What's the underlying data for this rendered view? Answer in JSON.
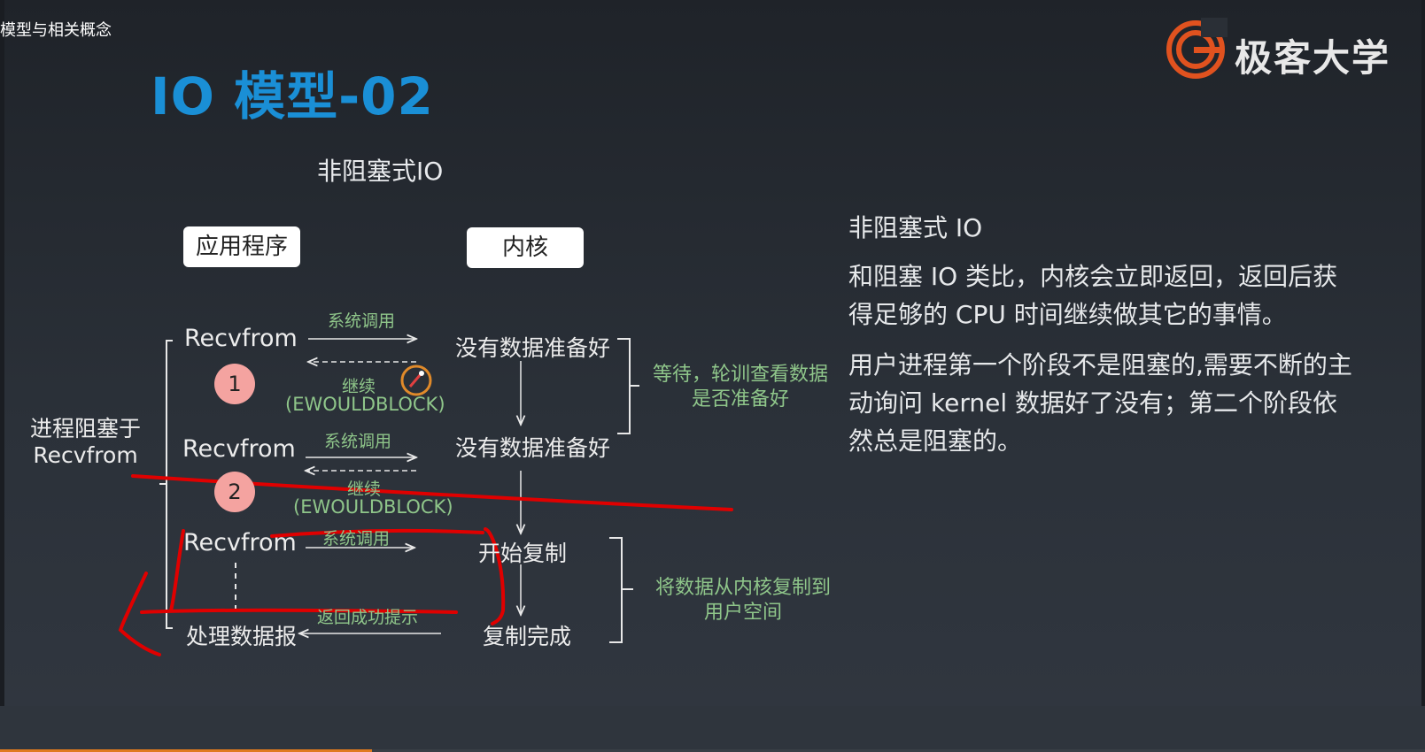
{
  "window": {
    "title": "模型与相关概念"
  },
  "slide": {
    "title": "IO 模型-02",
    "subtitle": "非阻塞式IO"
  },
  "logo": {
    "text": "极客大学",
    "accent_color": "#e0521f"
  },
  "diagram": {
    "app_box": "应用程序",
    "kernel_box": "内核",
    "left_label_line1": "进程阻塞于",
    "left_label_line2": "Recvfrom",
    "rows": [
      {
        "recvfrom": "Recvfrom",
        "syscall": "系统调用",
        "kernel_state": "没有数据准备好",
        "step": "1",
        "return_line1": "继续",
        "return_line2": "(EWOULDBLOCK)"
      },
      {
        "recvfrom": "Recvfrom",
        "syscall": "系统调用",
        "kernel_state": "没有数据准备好",
        "step": "2",
        "return_line1": "继续",
        "return_line2": "(EWOULDBLOCK)"
      },
      {
        "recvfrom": "Recvfrom",
        "syscall": "系统调用",
        "kernel_state": "开始复制"
      }
    ],
    "process_label": "处理数据报",
    "success_return": "返回成功提示",
    "copy_done": "复制完成",
    "wait_note_line1": "等待，轮训查看数据",
    "wait_note_line2": "是否准备好",
    "copy_note_line1": "将数据从内核复制到",
    "copy_note_line2": "用户空间"
  },
  "explanation": {
    "heading": "非阻塞式 IO",
    "para1": "和阻塞 IO 类比，内核会立即返回，返回后获得足够的 CPU 时间继续做其它的事情。",
    "para2": "用户进程第一个阶段不是阻塞的,需要不断的主动询问 kernel 数据好了没有；第二个阶段依然总是阻塞的。"
  },
  "colors": {
    "title": "#1a8fd6",
    "note": "#8fc68a",
    "annotation": "#e00000",
    "step_circle": "#f4a3a0"
  }
}
